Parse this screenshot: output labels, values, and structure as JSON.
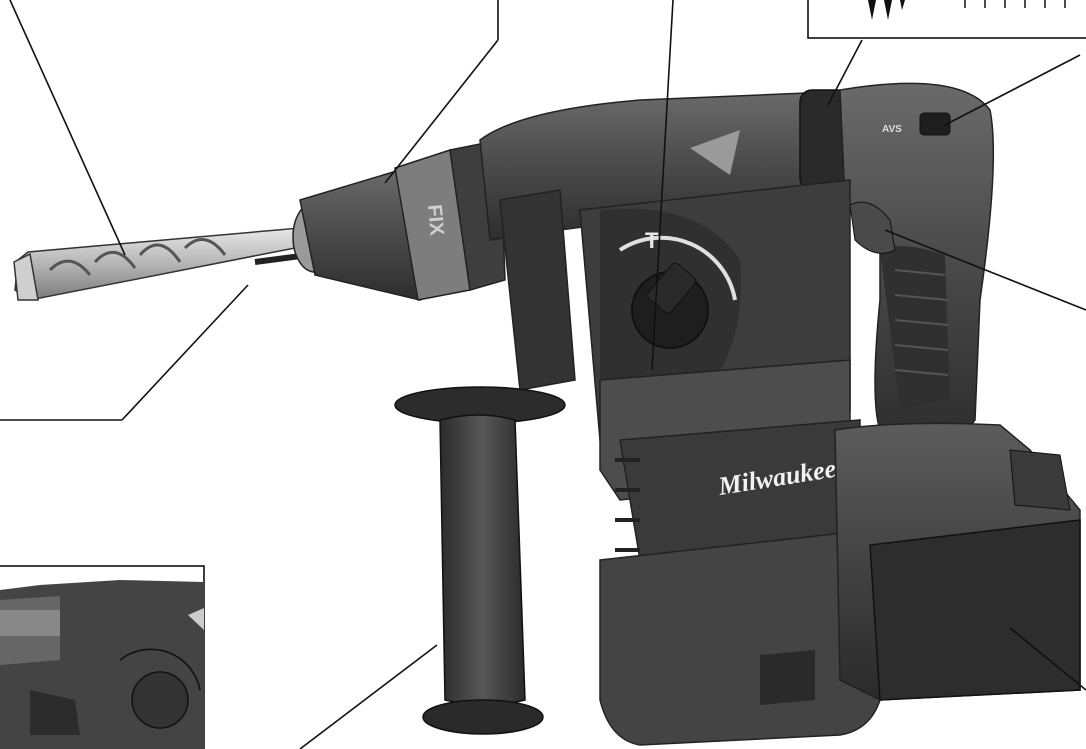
{
  "brand": {
    "logo_text": "Milwaukee",
    "badge_text": "AVS"
  },
  "chuck": {
    "lock_text": "FIX"
  },
  "mode_selector": {
    "mode_label": "T"
  },
  "colors": {
    "line": "#111111",
    "body_dark": "#3a3a3a",
    "body_mid": "#555555",
    "body_light": "#6e6e6e",
    "metal": "#bdbdbd",
    "background": "#ffffff"
  }
}
